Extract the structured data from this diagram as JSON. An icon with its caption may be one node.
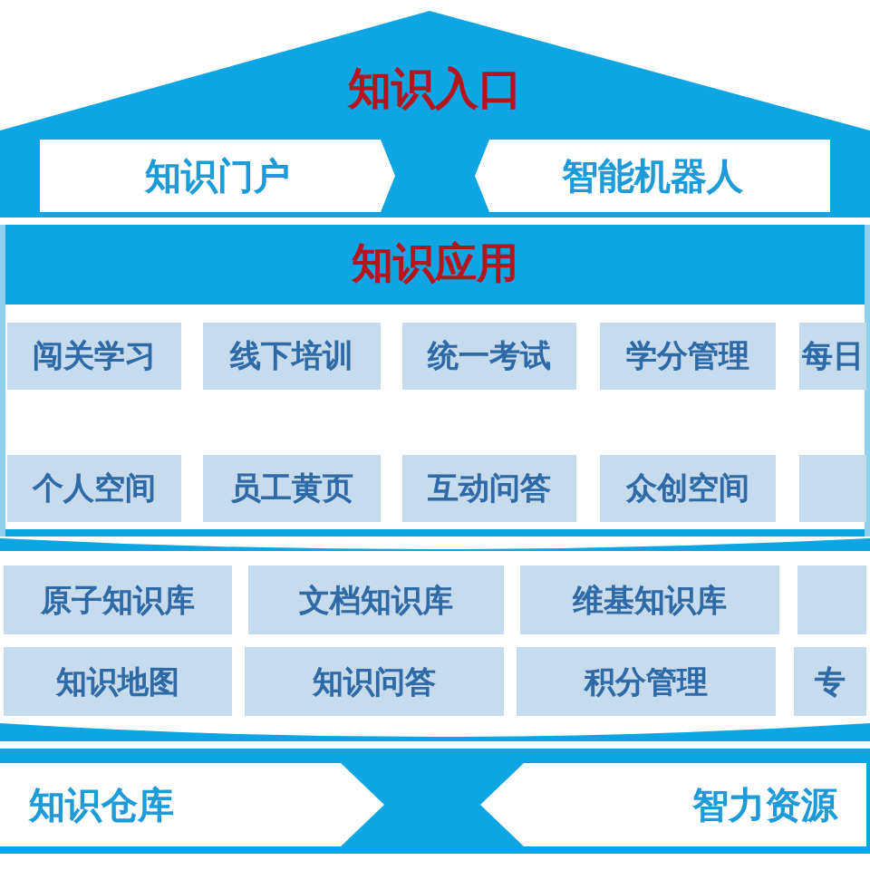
{
  "diagram": {
    "nodes": [
      {
        "text": [
          "知识入口"
        ]
      },
      {
        "text": [
          "知识门户"
        ],
        "in": 0
      },
      {
        "text": [
          "智能机器人"
        ],
        "in": 0
      },
      {
        "text": [
          "知识应用"
        ]
      },
      {
        "text": [
          "闯关学习"
        ],
        "in": 3
      },
      {
        "text": [
          "线下培训"
        ],
        "in": 3
      },
      {
        "text": [
          "统一考试"
        ],
        "in": 3
      },
      {
        "text": [
          "学分管理"
        ],
        "in": 3
      },
      {
        "text": [
          "每日"
        ],
        "in": 3
      },
      {
        "text": [
          "个人空间"
        ],
        "in": 3
      },
      {
        "text": [
          "员工黄页"
        ],
        "in": 3
      },
      {
        "text": [
          "互动问答"
        ],
        "in": 3
      },
      {
        "text": [
          "众创空间"
        ],
        "in": 3
      },
      {
        "text": [],
        "shape": "box",
        "in": 3
      },
      {
        "text": [
          "原子知识库"
        ]
      },
      {
        "text": [
          "文档知识库"
        ]
      },
      {
        "text": [
          "维基知识库"
        ]
      },
      {
        "text": [],
        "shape": "box"
      },
      {
        "text": [
          "知识地图"
        ]
      },
      {
        "text": [
          "知识问答"
        ]
      },
      {
        "text": [
          "积分管理"
        ]
      },
      {
        "text": [
          "专"
        ]
      },
      {
        "text": [
          "知识仓库"
        ]
      },
      {
        "text": [
          "智力资源"
        ]
      }
    ]
  }
}
